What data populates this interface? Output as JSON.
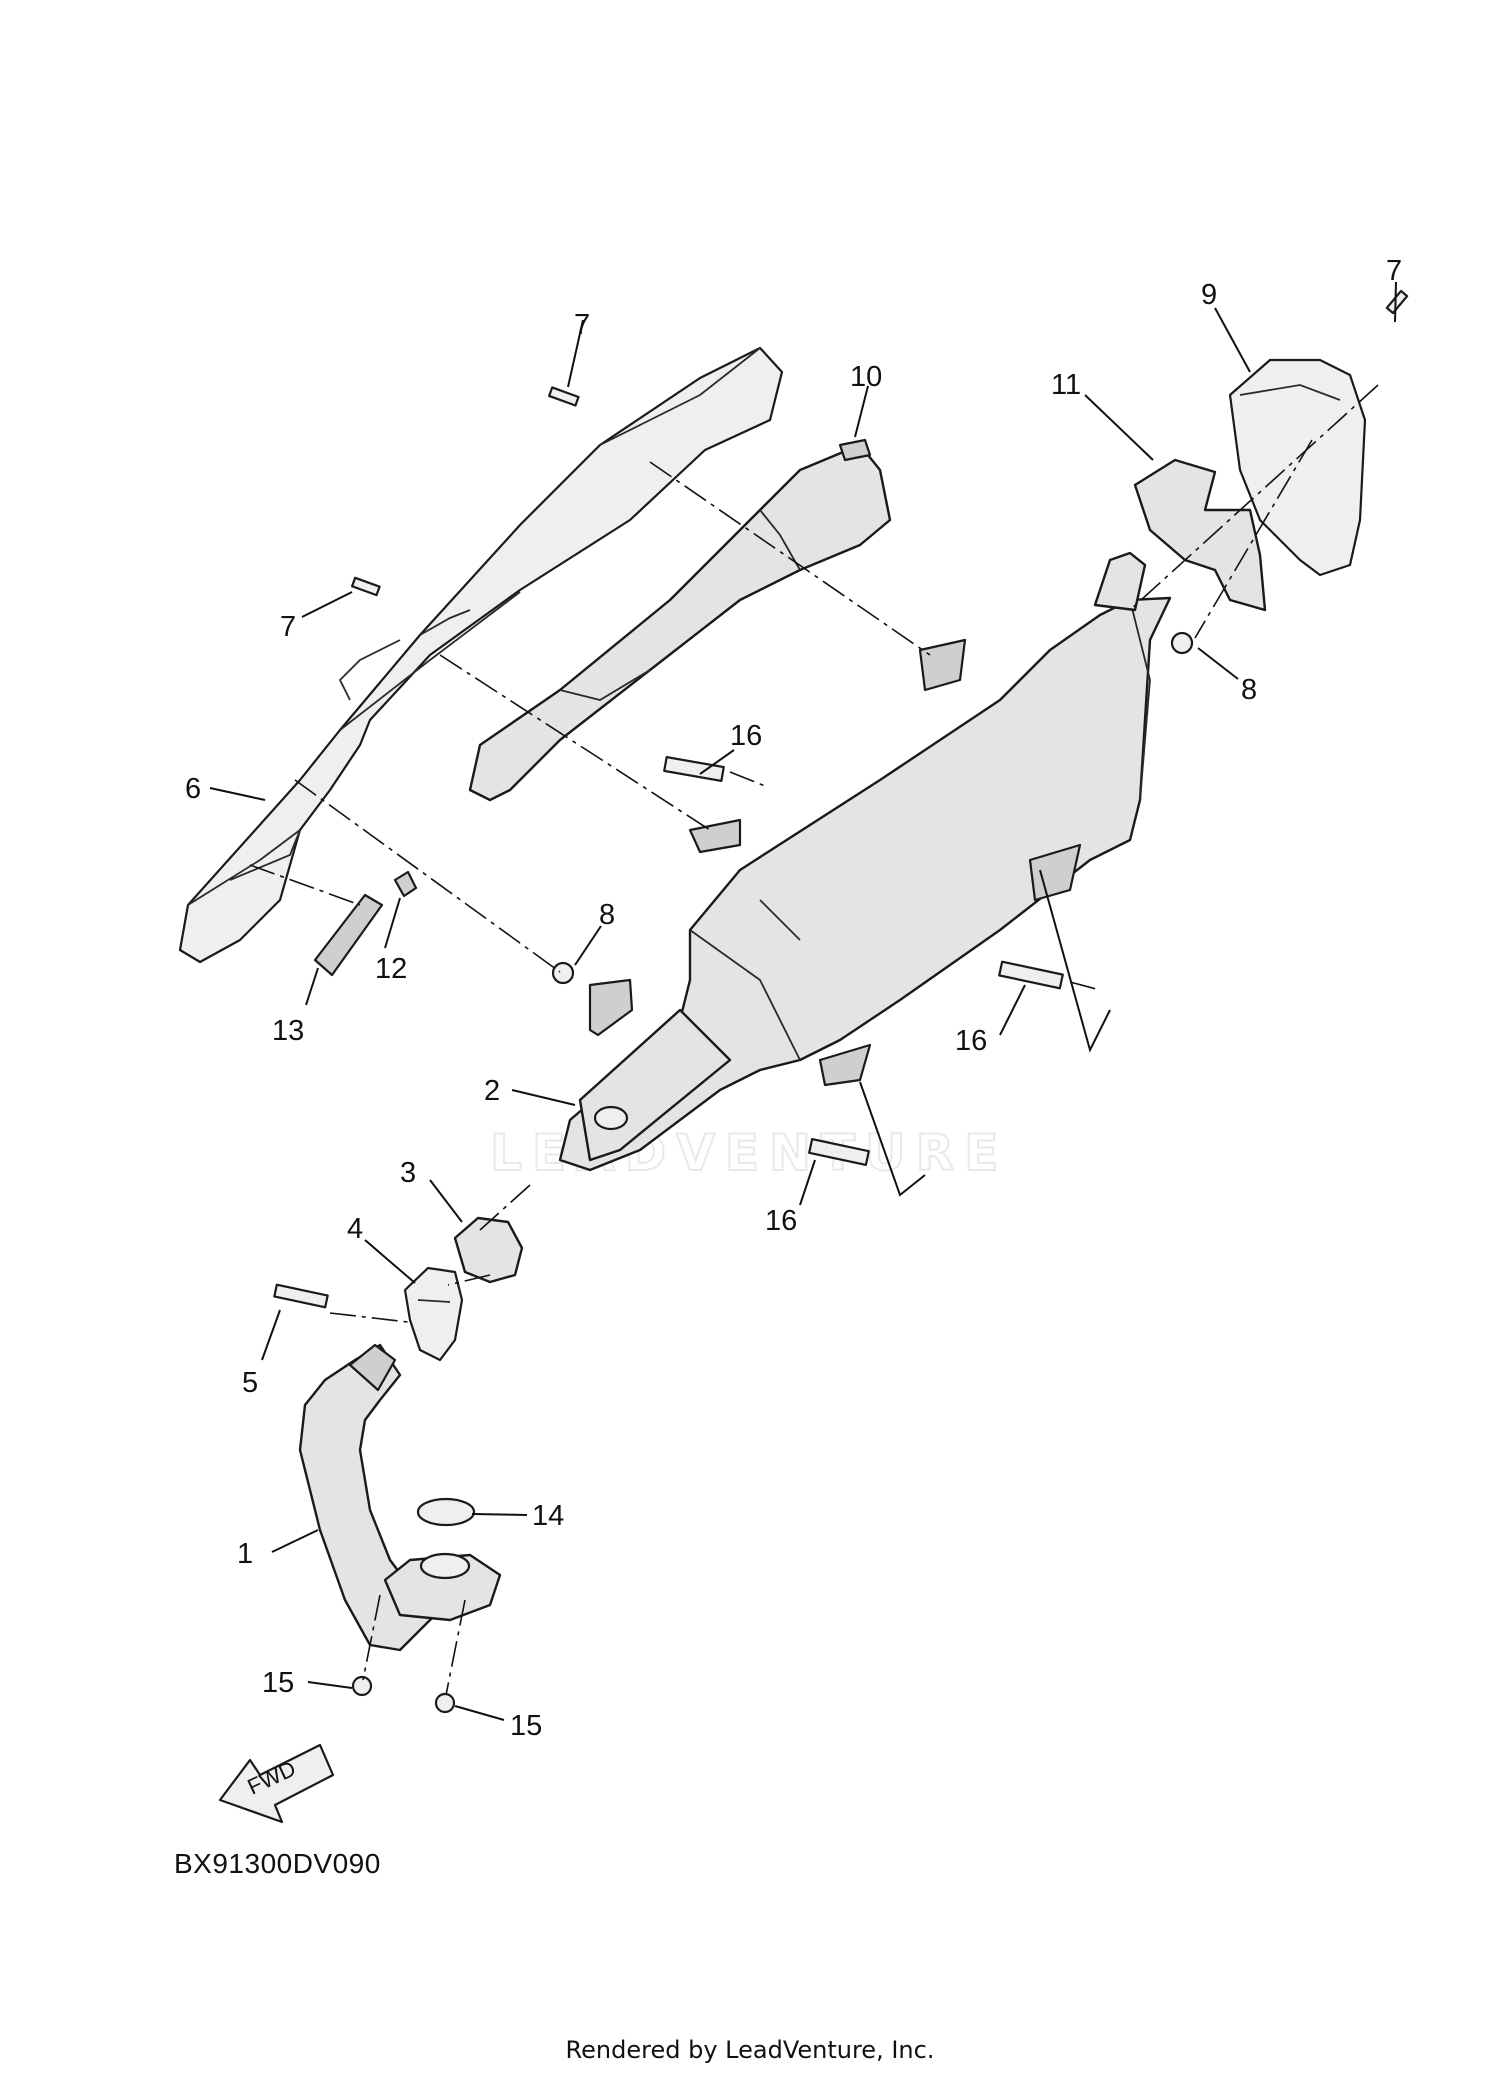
{
  "diagram": {
    "code": "BX91300DV090",
    "fwd_label": "FWD",
    "watermark": "LEADVENTURE",
    "footer": "Rendered by LeadVenture, Inc."
  },
  "callouts": [
    {
      "id": "c1",
      "text": "1",
      "part": "exhaust-pipe"
    },
    {
      "id": "c2",
      "text": "2",
      "part": "muffler"
    },
    {
      "id": "c3",
      "text": "3",
      "part": "gasket-sleeve"
    },
    {
      "id": "c4",
      "text": "4",
      "part": "clamp"
    },
    {
      "id": "c5",
      "text": "5",
      "part": "clamp-bolt"
    },
    {
      "id": "c6",
      "text": "6",
      "part": "muffler-protector"
    },
    {
      "id": "c7a",
      "text": "7",
      "part": "screw"
    },
    {
      "id": "c7b",
      "text": "7",
      "part": "screw"
    },
    {
      "id": "c7c",
      "text": "7",
      "part": "screw"
    },
    {
      "id": "c8a",
      "text": "8",
      "part": "collar"
    },
    {
      "id": "c8b",
      "text": "8",
      "part": "collar"
    },
    {
      "id": "c9",
      "text": "9",
      "part": "end-cap-cover"
    },
    {
      "id": "c10",
      "text": "10",
      "part": "heat-insulator"
    },
    {
      "id": "c11",
      "text": "11",
      "part": "end-insulator"
    },
    {
      "id": "c12",
      "text": "12",
      "part": "damper"
    },
    {
      "id": "c13",
      "text": "13",
      "part": "insulator"
    },
    {
      "id": "c14",
      "text": "14",
      "part": "exhaust-gasket"
    },
    {
      "id": "c15a",
      "text": "15",
      "part": "nut"
    },
    {
      "id": "c15b",
      "text": "15",
      "part": "nut"
    },
    {
      "id": "c16a",
      "text": "16",
      "part": "bolt"
    },
    {
      "id": "c16b",
      "text": "16",
      "part": "bolt"
    },
    {
      "id": "c16c",
      "text": "16",
      "part": "bolt"
    }
  ]
}
